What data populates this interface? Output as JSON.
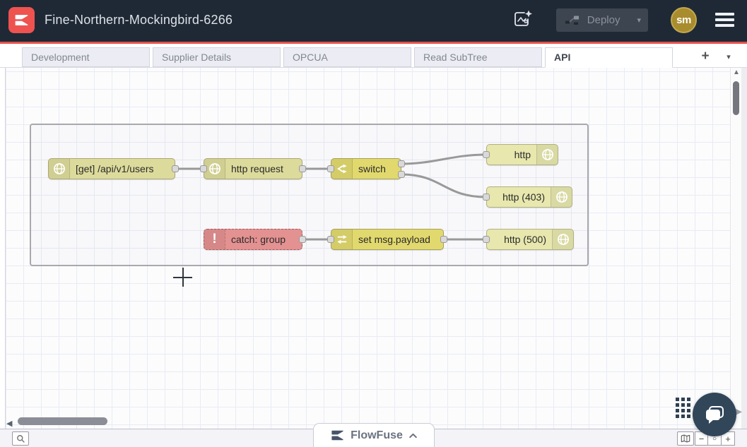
{
  "header": {
    "title": "Fine-Northern-Mockingbird-6266",
    "deploy": {
      "label": "Deploy",
      "caret": "▾",
      "disabled": true
    },
    "avatar": {
      "initials": "sm"
    },
    "icons": {
      "logo": "flowfuse-logo",
      "ai_flow": "flow-sparkle-icon",
      "menu": "hamburger-icon"
    },
    "colors": {
      "background": "#1f2936",
      "accent_red": "#e4514c",
      "avatar_gold": "#a98c2e",
      "deploy_bg": "#3d4551"
    }
  },
  "tabs": {
    "items": [
      {
        "label": "Development",
        "active": false
      },
      {
        "label": "Supplier Details",
        "active": false
      },
      {
        "label": "OPCUA",
        "active": false
      },
      {
        "label": "Read SubTree",
        "active": false
      },
      {
        "label": "API",
        "active": true
      }
    ],
    "add_button": "+",
    "list_button": "▾"
  },
  "flow": {
    "group": {
      "type": "group",
      "border_color": "#a8a8ad"
    },
    "nodes": [
      {
        "id": "http-in",
        "type": "http in",
        "label": "[get] /api/v1/users",
        "color": "#dddb9b",
        "icon": "globe-icon",
        "icon_side": "left",
        "outputs": 1
      },
      {
        "id": "http-request",
        "type": "http request",
        "label": "http request",
        "color": "#dddb9b",
        "icon": "globe-icon",
        "icon_side": "left",
        "outputs": 1
      },
      {
        "id": "switch",
        "type": "switch",
        "label": "switch",
        "color": "#e2d96e",
        "icon": "switch-icon",
        "icon_side": "left",
        "outputs": 2
      },
      {
        "id": "http-response",
        "type": "http response",
        "label": "http",
        "color": "#e7e7ae",
        "icon": "globe-icon",
        "icon_side": "right",
        "outputs": 0
      },
      {
        "id": "http-response-403",
        "type": "http response",
        "label": "http (403)",
        "color": "#e7e7ae",
        "icon": "globe-icon",
        "icon_side": "right",
        "outputs": 0
      },
      {
        "id": "catch-group",
        "type": "catch",
        "label": "catch: group",
        "color": "#e49191",
        "icon": "exclamation-icon",
        "icon_side": "left",
        "outputs": 1
      },
      {
        "id": "set-msg-payload",
        "type": "change",
        "label": "set msg.payload",
        "color": "#e2d96e",
        "icon": "change-icon",
        "icon_side": "left",
        "outputs": 1
      },
      {
        "id": "http-response-500",
        "type": "http response",
        "label": "http (500)",
        "color": "#e7e7ae",
        "icon": "globe-icon",
        "icon_side": "right",
        "outputs": 0
      }
    ],
    "wires": [
      {
        "from": "http-in",
        "to": "http-request"
      },
      {
        "from": "http-request",
        "to": "switch"
      },
      {
        "from": "switch:1",
        "to": "http-response"
      },
      {
        "from": "switch:2",
        "to": "http-response-403"
      },
      {
        "from": "catch-group",
        "to": "set-msg-payload"
      },
      {
        "from": "set-msg-payload",
        "to": "http-response-500"
      }
    ],
    "cursor": "crosshair"
  },
  "scrollbars": {
    "h_left_arrow": "◀",
    "v_up_arrow": "▲",
    "sidebar_toggle_arrow": "▶"
  },
  "footer": {
    "search_button": {
      "icon": "magnifier-icon"
    },
    "brand": {
      "label": "FlowFuse",
      "collapse_icon": "chevron-up-icon"
    },
    "controls": {
      "navigator_icon": "map-icon",
      "zoom_out": "−",
      "zoom_reset": "○",
      "zoom_in": "+"
    }
  },
  "chat": {
    "launcher_icon": "chat-bubble-icon"
  }
}
